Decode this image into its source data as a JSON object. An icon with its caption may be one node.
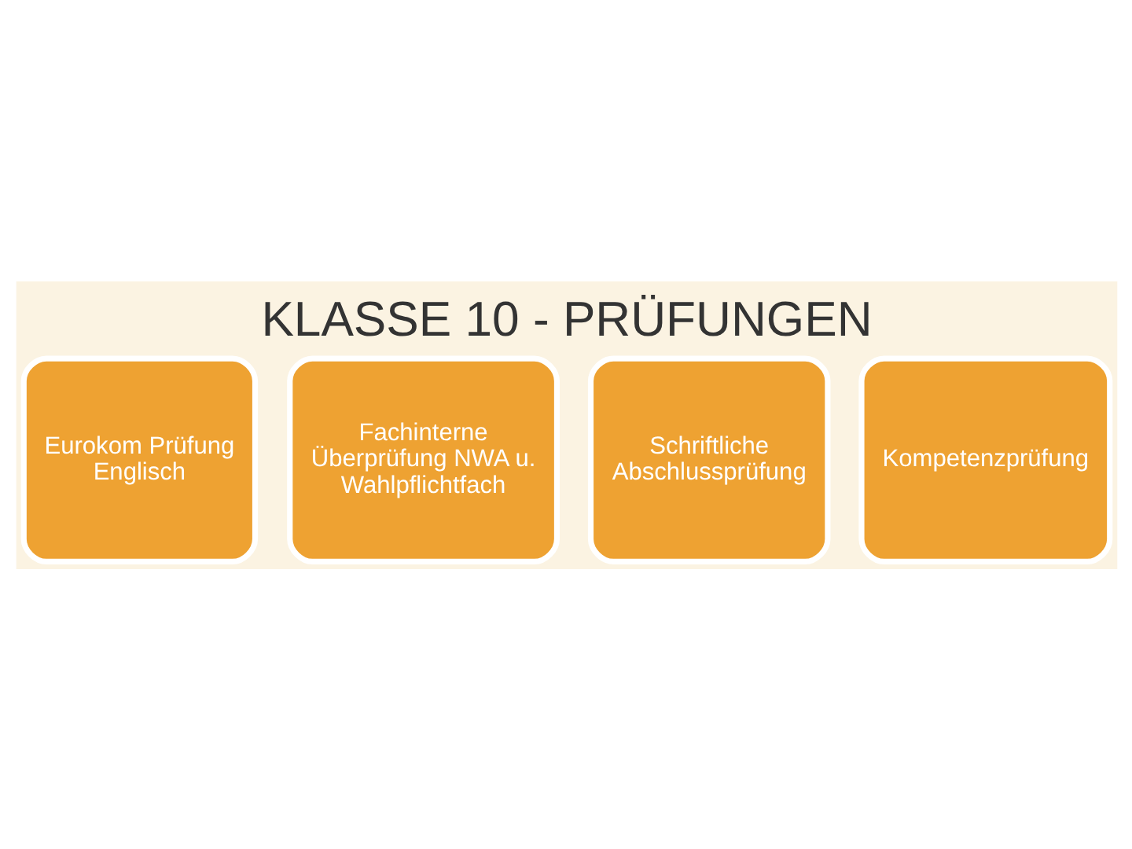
{
  "diagram": {
    "title": "KLASSE 10 - PRÜFUNGEN",
    "nodes": [
      {
        "text": [
          "Eurokom Prüfung Englisch"
        ]
      },
      {
        "text": [
          "Fachinterne Überprüfung NWA u. Wahlpflichtfach"
        ]
      },
      {
        "text": [
          "Schriftliche Abschlussprüfung"
        ]
      },
      {
        "text": [
          "Kompetenzprüfung"
        ]
      }
    ],
    "edges": []
  }
}
